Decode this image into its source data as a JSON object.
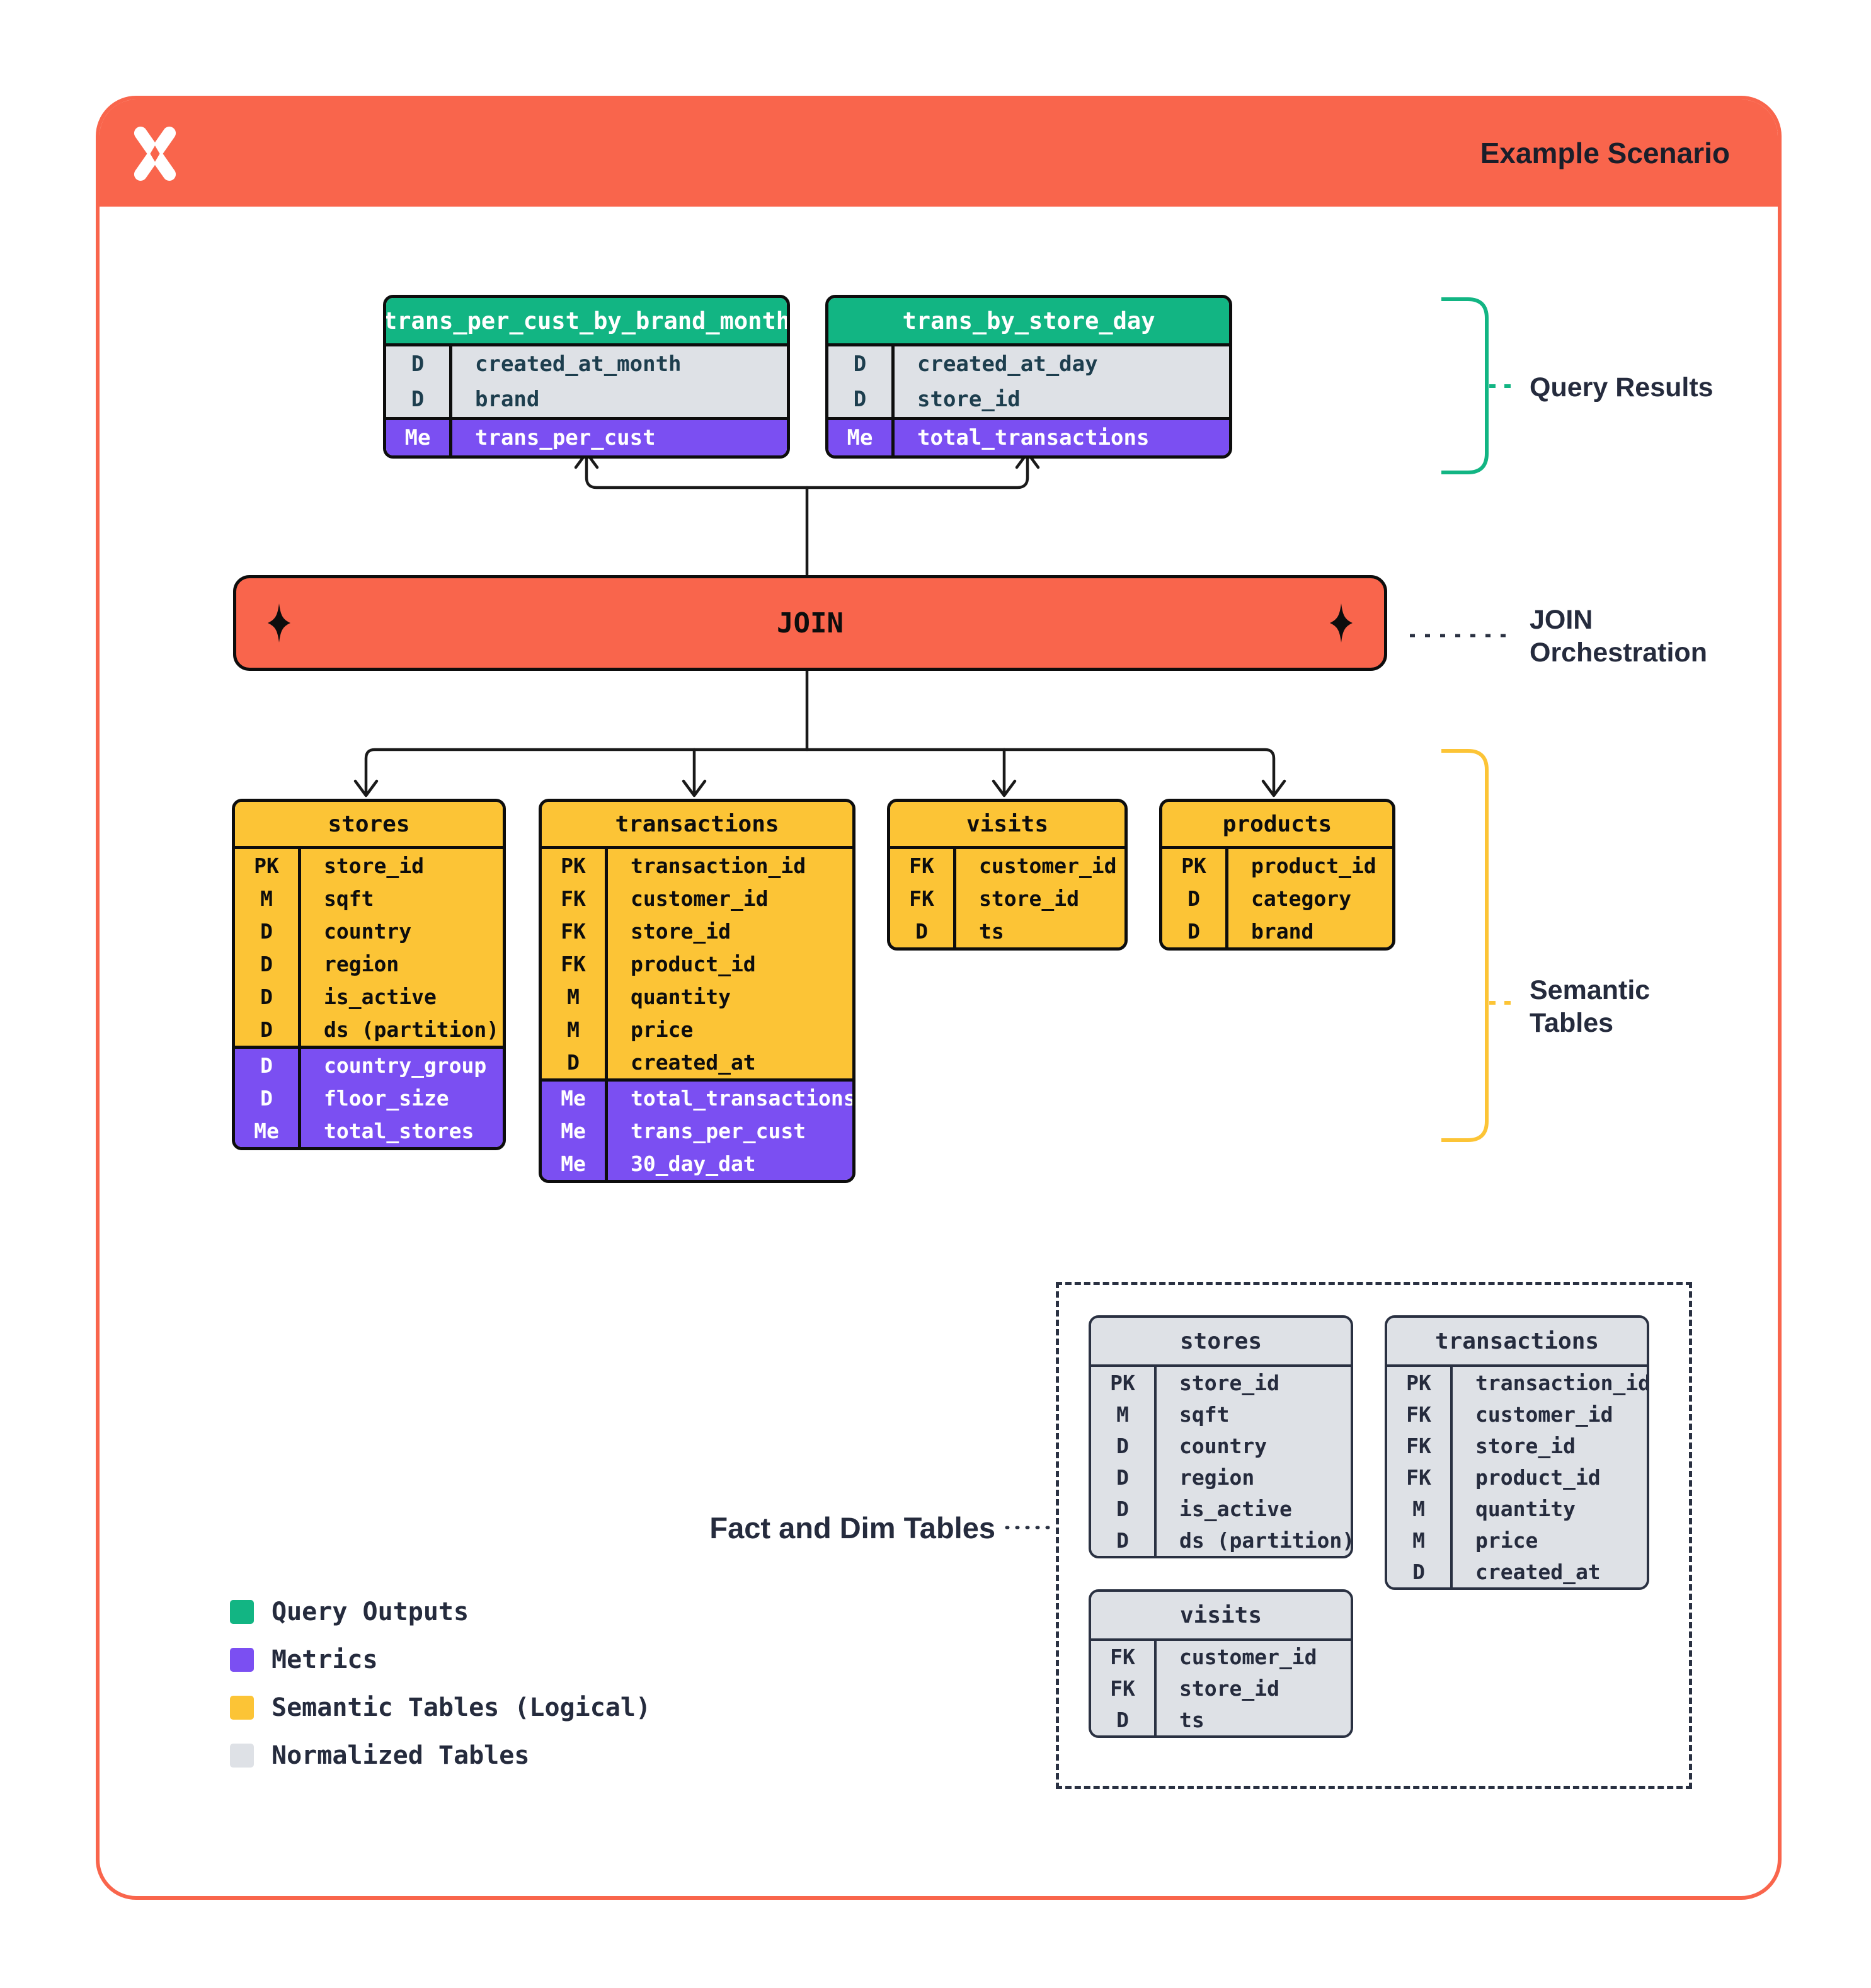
{
  "header": {
    "title": "Example Scenario"
  },
  "join": {
    "label": "JOIN"
  },
  "annotations": {
    "query_results": {
      "label": "Query Results"
    },
    "join_orchestration": {
      "line1": "JOIN",
      "line2": "Orchestration"
    },
    "semantic": {
      "line1": "Semantic",
      "line2": "Tables"
    },
    "fact_dim": {
      "label": "Fact and Dim Tables"
    }
  },
  "query_tables": [
    {
      "title": "trans_per_cust_by_brand_month",
      "dims": [
        {
          "key": "D",
          "name": "created_at_month"
        },
        {
          "key": "D",
          "name": "brand"
        }
      ],
      "metrics": [
        {
          "key": "Me",
          "name": "trans_per_cust"
        }
      ]
    },
    {
      "title": "trans_by_store_day",
      "dims": [
        {
          "key": "D",
          "name": "created_at_day"
        },
        {
          "key": "D",
          "name": "store_id"
        }
      ],
      "metrics": [
        {
          "key": "Me",
          "name": "total_transactions"
        }
      ]
    }
  ],
  "semantic_tables": [
    {
      "title": "stores",
      "dims": [
        {
          "key": "PK",
          "name": "store_id"
        },
        {
          "key": "M",
          "name": "sqft"
        },
        {
          "key": "D",
          "name": "country"
        },
        {
          "key": "D",
          "name": "region"
        },
        {
          "key": "D",
          "name": "is_active"
        },
        {
          "key": "D",
          "name": "ds (partition)"
        }
      ],
      "metrics": [
        {
          "key": "D",
          "name": "country_group"
        },
        {
          "key": "D",
          "name": "floor_size"
        },
        {
          "key": "Me",
          "name": "total_stores"
        }
      ]
    },
    {
      "title": "transactions",
      "dims": [
        {
          "key": "PK",
          "name": "transaction_id"
        },
        {
          "key": "FK",
          "name": "customer_id"
        },
        {
          "key": "FK",
          "name": "store_id"
        },
        {
          "key": "FK",
          "name": "product_id"
        },
        {
          "key": "M",
          "name": "quantity"
        },
        {
          "key": "M",
          "name": "price"
        },
        {
          "key": "D",
          "name": "created_at"
        }
      ],
      "metrics": [
        {
          "key": "Me",
          "name": "total_transactions"
        },
        {
          "key": "Me",
          "name": "trans_per_cust"
        },
        {
          "key": "Me",
          "name": "30_day_dat"
        }
      ]
    },
    {
      "title": "visits",
      "dims": [
        {
          "key": "FK",
          "name": "customer_id"
        },
        {
          "key": "FK",
          "name": "store_id"
        },
        {
          "key": "D",
          "name": "ts"
        }
      ],
      "metrics": []
    },
    {
      "title": "products",
      "dims": [
        {
          "key": "PK",
          "name": "product_id"
        },
        {
          "key": "D",
          "name": "category"
        },
        {
          "key": "D",
          "name": "brand"
        }
      ],
      "metrics": []
    }
  ],
  "normalized_tables": [
    {
      "title": "stores",
      "rows": [
        {
          "key": "PK",
          "name": "store_id"
        },
        {
          "key": "M",
          "name": "sqft"
        },
        {
          "key": "D",
          "name": "country"
        },
        {
          "key": "D",
          "name": "region"
        },
        {
          "key": "D",
          "name": "is_active"
        },
        {
          "key": "D",
          "name": "ds (partition)"
        }
      ]
    },
    {
      "title": "transactions",
      "rows": [
        {
          "key": "PK",
          "name": "transaction_id"
        },
        {
          "key": "FK",
          "name": "customer_id"
        },
        {
          "key": "FK",
          "name": "store_id"
        },
        {
          "key": "FK",
          "name": "product_id"
        },
        {
          "key": "M",
          "name": "quantity"
        },
        {
          "key": "M",
          "name": "price"
        },
        {
          "key": "D",
          "name": "created_at"
        }
      ]
    },
    {
      "title": "visits",
      "rows": [
        {
          "key": "FK",
          "name": "customer_id"
        },
        {
          "key": "FK",
          "name": "store_id"
        },
        {
          "key": "D",
          "name": "ts"
        }
      ]
    }
  ],
  "legend": [
    {
      "label": "Query Outputs",
      "color": "#12B583"
    },
    {
      "label": "Metrics",
      "color": "#7B4FF2"
    },
    {
      "label": "Semantic Tables (Logical)",
      "color": "#FCC436"
    },
    {
      "label": "Normalized Tables",
      "color": "#DEE1E6"
    }
  ],
  "colors": {
    "brand_coral": "#F9654C",
    "query_green": "#12B583",
    "metric_purple": "#7B4FF2",
    "semantic_yellow": "#FCC436",
    "normalized_gray": "#DEE1E6",
    "ink_navy": "#252B3D",
    "table_border": "#0D0D0D"
  }
}
